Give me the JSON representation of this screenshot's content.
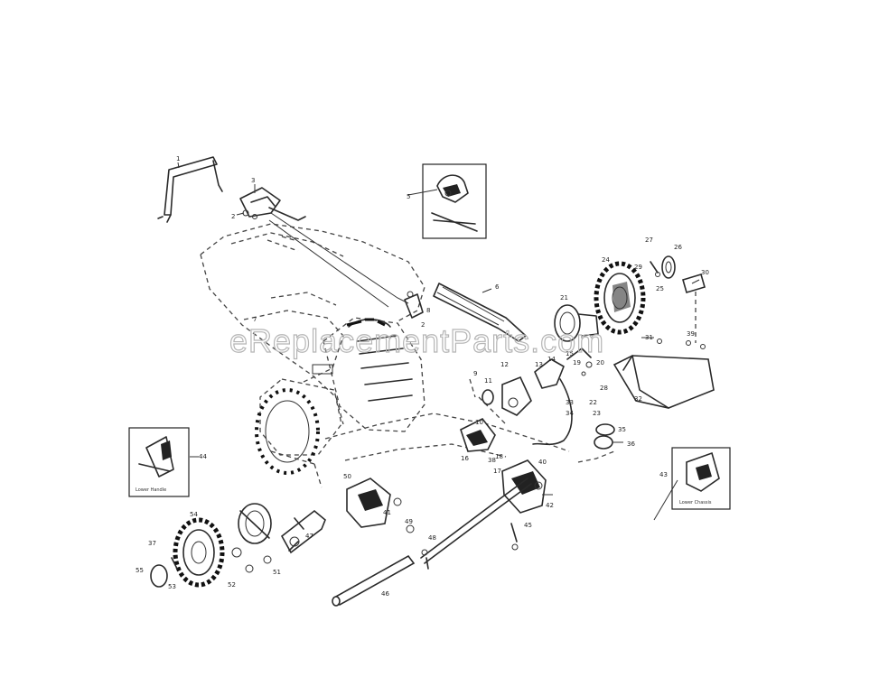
{
  "watermark": "eReplacementParts.com",
  "callouts": {
    "c1": "1",
    "c2a": "2",
    "c3": "3",
    "c2b": "2",
    "c6": "6",
    "c5": "5",
    "c9": "9",
    "c7": "7",
    "c8": "8",
    "c10": "10",
    "c11": "11",
    "c12": "12",
    "c13": "13",
    "c14": "14",
    "c15": "15",
    "c16": "16",
    "c17": "17",
    "c18": "18",
    "c19": "19",
    "c20": "20",
    "c21": "21",
    "c22": "22",
    "c23": "23",
    "c24": "24",
    "c25": "25",
    "c26": "26",
    "c27": "27",
    "c28": "28",
    "c29": "29",
    "c30": "30",
    "c31": "31",
    "c32": "32",
    "c33": "33",
    "c34": "34",
    "c35": "35",
    "c36": "36",
    "c37": "37",
    "c38": "38",
    "c39": "39",
    "c40": "40",
    "c41": "41",
    "c42": "42",
    "c43": "43",
    "c44": "44",
    "c45": "45",
    "c46": "46",
    "c47": "47",
    "c48": "48",
    "c49": "49",
    "c50": "50",
    "c51": "51",
    "c52": "52",
    "c53": "53",
    "c54": "54",
    "c55": "55"
  },
  "insets": {
    "left_caption": "Lower Handle",
    "right_caption": "Lower Chassis"
  }
}
